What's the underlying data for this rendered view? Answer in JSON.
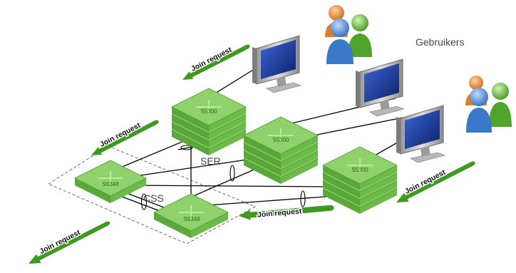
{
  "labels": {
    "users": "Gebruikers",
    "ser": "SER",
    "css": "CSS"
  },
  "switches": {
    "s5300_a": "S5300",
    "s5300_b": "S5300",
    "s5300_c": "S5300",
    "s6348_a": "S6348",
    "s6348_b": "S6348"
  },
  "join_requests": {
    "top": "Join request",
    "left": "Join request",
    "bottom_left": "Join request",
    "right_middle": "Join request",
    "right": "Join request"
  },
  "colors": {
    "switch_top": "#8fd16a",
    "switch_side": "#5aa83a",
    "arrow": "#3d9a1e",
    "line": "#000000",
    "dash": "#666666",
    "monitor_screen": "#1d3fa0",
    "user_orange": "#e8892f",
    "user_blue": "#3f7fce",
    "user_green": "#55b02f"
  },
  "icons": [
    "monitor-icon",
    "users-icon",
    "switch-icon",
    "arrow-icon"
  ]
}
